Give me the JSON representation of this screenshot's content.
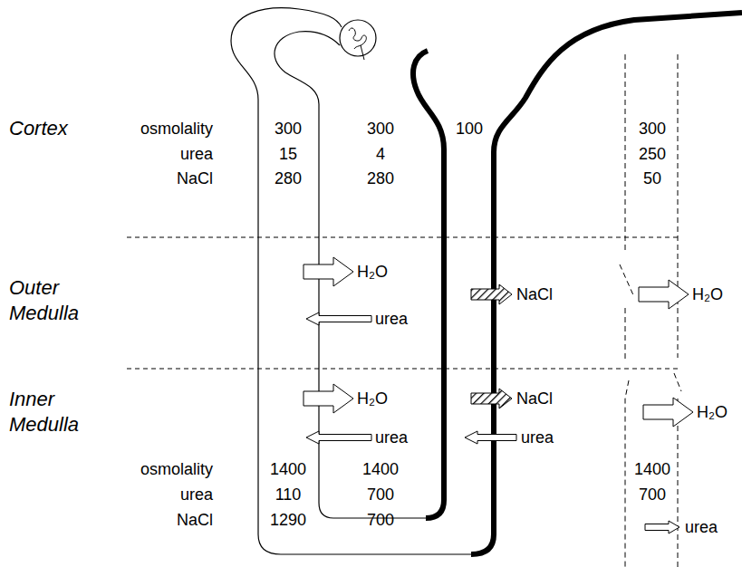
{
  "diagram": {
    "labels": [
      "Cortex",
      "osmolality",
      "300",
      "300",
      "100",
      "300",
      "urea",
      "15",
      "4",
      "250",
      "NaCl",
      "280",
      "280",
      "50",
      "Outer Medulla",
      "H₂O",
      "NaCl",
      "H₂O",
      "urea",
      "Inner Medulla",
      "H₂O",
      "NaCl",
      "H₂O",
      "urea",
      "urea",
      "osmolality",
      "1400",
      "1400",
      "1400",
      "urea",
      "110",
      "700",
      "700",
      "NaCl",
      "1290",
      "700",
      "urea"
    ]
  }
}
